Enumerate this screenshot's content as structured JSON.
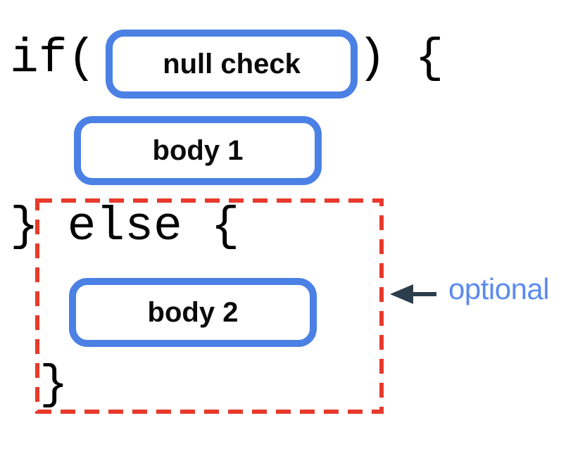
{
  "diagram": {
    "code": {
      "if_open": "if(",
      "condition_close": ") {",
      "else_line": "} else {",
      "closing_brace": "}"
    },
    "boxes": {
      "condition": "null check",
      "body1": "body 1",
      "body2": "body 2"
    },
    "annotation": {
      "label": "optional"
    },
    "colors": {
      "box_border_blue": "#4b80e5",
      "dashed_red": "#e8392b",
      "arrow_dark": "#2c3e4e",
      "annotation_blue": "#5b8bef",
      "code_black": "#000000"
    }
  }
}
